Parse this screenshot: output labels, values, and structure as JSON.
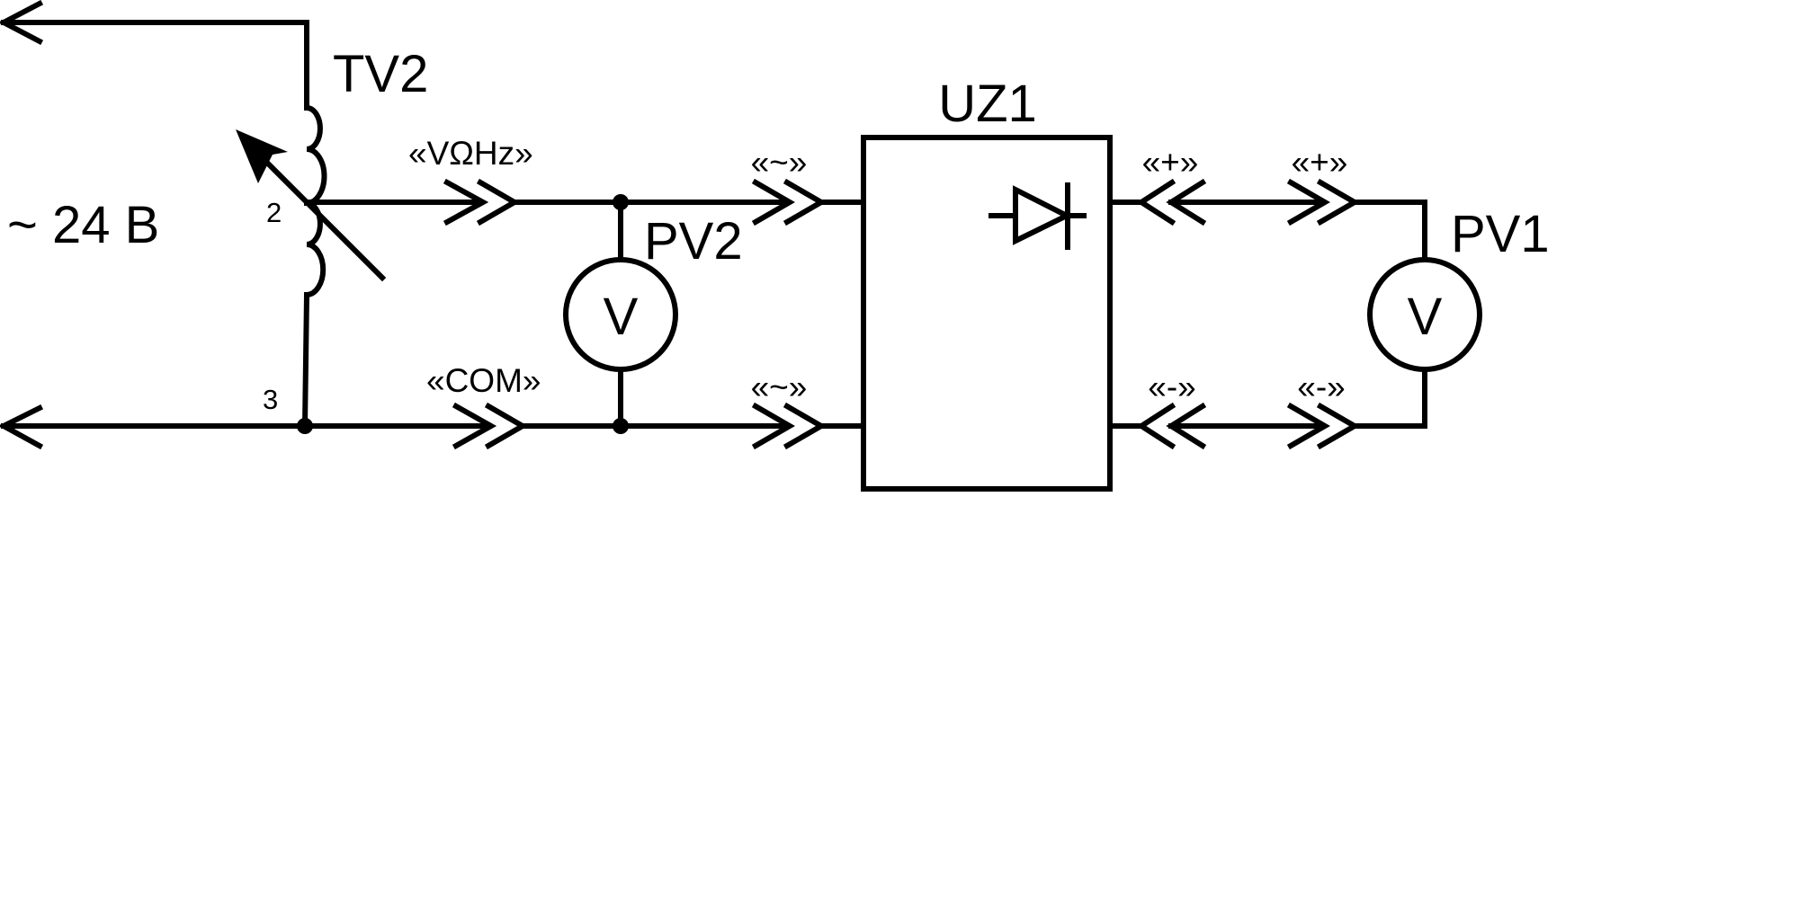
{
  "schematic": {
    "supply_label": "~ 24 B",
    "transformer": {
      "ref": "TV2",
      "tap_upper": "2",
      "tap_lower": "3"
    },
    "input_connectors": {
      "top": "«VΩHz»",
      "bottom": "«COM»"
    },
    "voltmeter_ac": {
      "ref": "PV2",
      "symbol": "V"
    },
    "rectifier": {
      "ref": "UZ1",
      "ac_in_top": "«~»",
      "ac_in_bottom": "«~»",
      "dc_out_plus": "«+»",
      "dc_out_minus": "«-»"
    },
    "voltmeter_dc": {
      "ref": "PV1",
      "symbol": "V",
      "plus": "«+»",
      "minus": "«-»"
    }
  }
}
